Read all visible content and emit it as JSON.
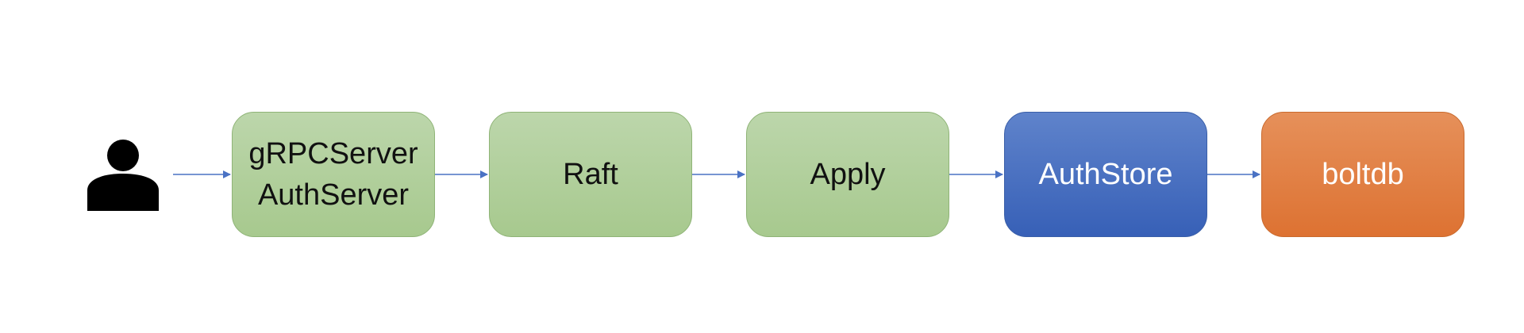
{
  "diagram": {
    "actor_icon": "user-icon",
    "edge_color": "#4a72c4",
    "nodes": [
      {
        "id": "grpc",
        "lines": [
          "gRPCServer",
          "AuthServer"
        ],
        "fill": "#a9cb91"
      },
      {
        "id": "raft",
        "lines": [
          "Raft"
        ],
        "fill": "#a9cb91"
      },
      {
        "id": "apply",
        "lines": [
          "Apply"
        ],
        "fill": "#a9cb91"
      },
      {
        "id": "authstore",
        "lines": [
          "AuthStore"
        ],
        "fill": "#3e66b9"
      },
      {
        "id": "boltdb",
        "lines": [
          "boltdb"
        ],
        "fill": "#e07a3a"
      }
    ],
    "edges": [
      {
        "from": "user",
        "to": "grpc"
      },
      {
        "from": "grpc",
        "to": "raft"
      },
      {
        "from": "raft",
        "to": "apply"
      },
      {
        "from": "apply",
        "to": "authstore"
      },
      {
        "from": "authstore",
        "to": "boltdb"
      }
    ]
  }
}
